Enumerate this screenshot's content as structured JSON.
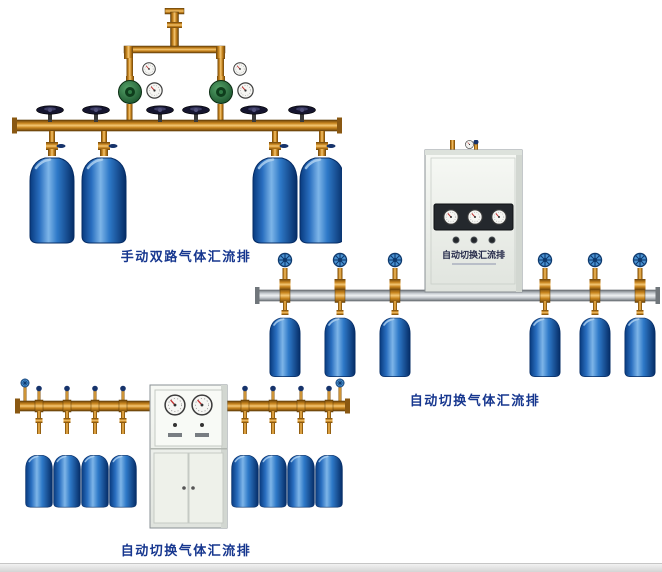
{
  "page": {
    "background": "#ffffff",
    "description": "Product collage of three gas manifold systems with blue gas cylinders"
  },
  "products": [
    {
      "id": "manual-dual-manifold",
      "caption": "手动双路气体汇流排",
      "cylinders": 4
    },
    {
      "id": "auto-switch-manifold-wall-cabinet",
      "caption": "自动切换气体汇流排",
      "cabinet_label": "自动切换汇流排",
      "cylinders": 6
    },
    {
      "id": "auto-switch-manifold-floor-cabinet",
      "caption": "自动切换气体汇流排",
      "cylinders": 8
    }
  ],
  "colors": {
    "caption_text": "#17378f",
    "brass_pipe": "#c9861f",
    "cylinder_blue": "#2a6fc0",
    "steel_pipe": "#c6cbd0",
    "cabinet_face": "#f1f3ef",
    "handwheel_dark": "#15152f",
    "handwheel_blue": "#4a92d2"
  }
}
